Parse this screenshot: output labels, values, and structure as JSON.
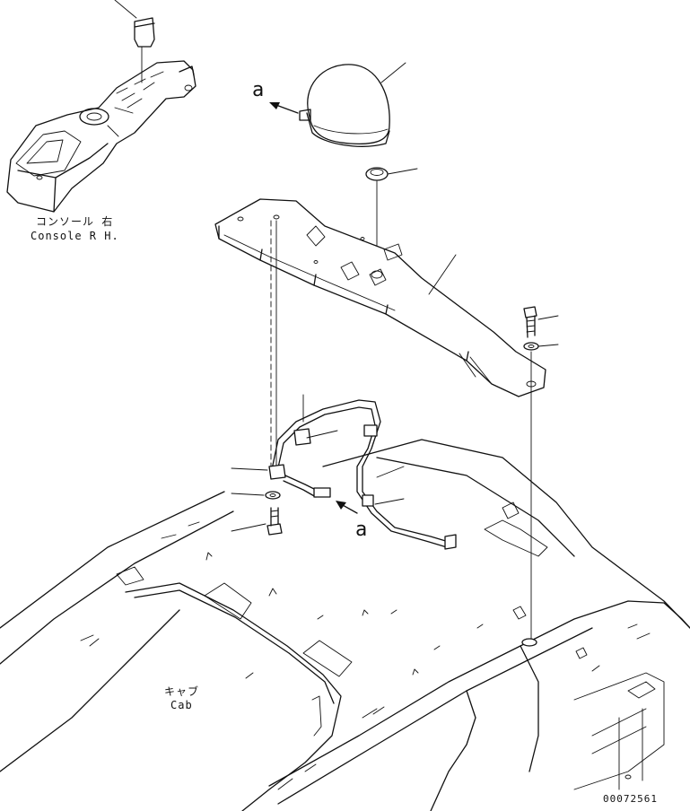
{
  "labels": {
    "console_jp": "コンソール 右",
    "console_en": "Console R H.",
    "cab_jp": "キャブ",
    "cab_en": "Cab",
    "callout_a_top": "a",
    "callout_a_bottom": "a",
    "drawing_number": "00072561"
  }
}
